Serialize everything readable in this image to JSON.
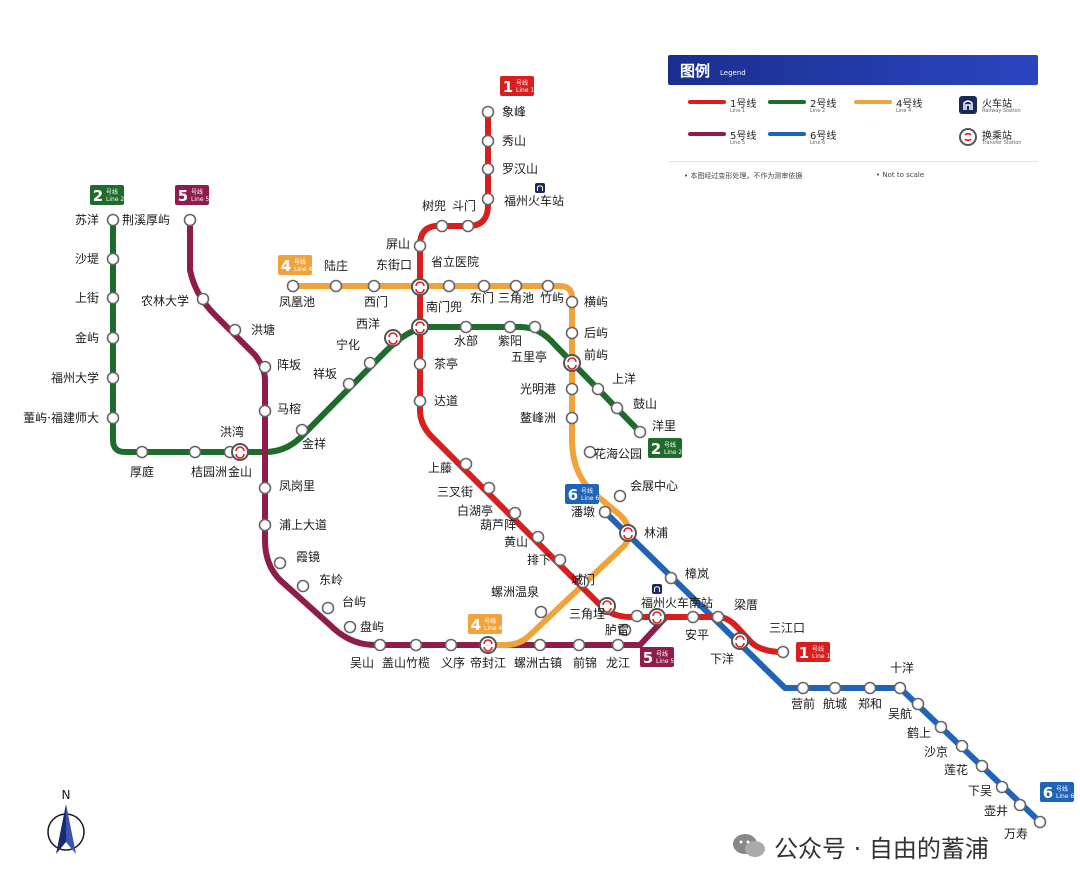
{
  "colors": {
    "line1": "#d81e1e",
    "line2": "#1f6b2c",
    "line4": "#f0a23b",
    "line5": "#8e1d4c",
    "line6": "#1f64b8",
    "station_fill": "#ffffff",
    "legend_header": "#1b2e8f"
  },
  "legend": {
    "title": "图例",
    "subtitle": "Legend",
    "items": [
      {
        "label": "1号线",
        "en": "Line 1",
        "color_key": "line1"
      },
      {
        "label": "2号线",
        "en": "Line 2",
        "color_key": "line2"
      },
      {
        "label": "4号线",
        "en": "Line 4",
        "color_key": "line4"
      },
      {
        "label": "5号线",
        "en": "Line 5",
        "color_key": "line5"
      },
      {
        "label": "6号线",
        "en": "Line 6",
        "color_key": "line6"
      }
    ],
    "railway_label": "火车站",
    "railway_en": "Railway Station",
    "transfer_label": "换乘站",
    "transfer_en": "Transfer Station",
    "note": "• 本图经过变形处理，不作为测审依据",
    "note_en": "• Not to scale"
  },
  "badges": [
    {
      "id": "badge-1-top",
      "num": "1",
      "text": "号线",
      "en": "Line 1",
      "color_key": "line1"
    },
    {
      "id": "badge-2-left",
      "num": "2",
      "text": "号线",
      "en": "Line 2",
      "color_key": "line2"
    },
    {
      "id": "badge-5-top",
      "num": "5",
      "text": "号线",
      "en": "Line 5",
      "color_key": "line5"
    },
    {
      "id": "badge-4-left",
      "num": "4",
      "text": "号线",
      "en": "Line 4",
      "color_key": "line4"
    },
    {
      "id": "badge-2-right",
      "num": "2",
      "text": "号线",
      "en": "Line 2",
      "color_key": "line2"
    },
    {
      "id": "badge-6-top",
      "num": "6",
      "text": "号线",
      "en": "Line 6",
      "color_key": "line6"
    },
    {
      "id": "badge-4-bottom",
      "num": "4",
      "text": "号线",
      "en": "Line 4",
      "color_key": "line4"
    },
    {
      "id": "badge-5-bottom",
      "num": "5",
      "text": "号线",
      "en": "Line 5",
      "color_key": "line5"
    },
    {
      "id": "badge-1-right",
      "num": "1",
      "text": "号线",
      "en": "Line 1",
      "color_key": "line1"
    },
    {
      "id": "badge-6-bottom",
      "num": "6",
      "text": "号线",
      "en": "Line 6",
      "color_key": "line6"
    }
  ],
  "stations": [
    {
      "name": "象峰"
    },
    {
      "name": "秀山"
    },
    {
      "name": "罗汉山"
    },
    {
      "name": "福州火车站"
    },
    {
      "name": "斗门"
    },
    {
      "name": "树兜"
    },
    {
      "name": "屏山"
    },
    {
      "name": "东街口"
    },
    {
      "name": "南门兜"
    },
    {
      "name": "茶亭"
    },
    {
      "name": "达道"
    },
    {
      "name": "上藤"
    },
    {
      "name": "三叉街"
    },
    {
      "name": "白湖亭"
    },
    {
      "name": "葫芦阵"
    },
    {
      "name": "黄山"
    },
    {
      "name": "排下"
    },
    {
      "name": "城门"
    },
    {
      "name": "三角埕"
    },
    {
      "name": "胪雷"
    },
    {
      "name": "福州火车南站"
    },
    {
      "name": "安平"
    },
    {
      "name": "梁厝"
    },
    {
      "name": "下洋"
    },
    {
      "name": "三江口"
    },
    {
      "name": "苏洋"
    },
    {
      "name": "沙堤"
    },
    {
      "name": "上街"
    },
    {
      "name": "金屿"
    },
    {
      "name": "福州大学"
    },
    {
      "name": "董屿·福建师大"
    },
    {
      "name": "厚庭"
    },
    {
      "name": "桔园洲"
    },
    {
      "name": "洪湾"
    },
    {
      "name": "金山"
    },
    {
      "name": "金祥"
    },
    {
      "name": "祥坂"
    },
    {
      "name": "宁化"
    },
    {
      "name": "西洋"
    },
    {
      "name": "水部"
    },
    {
      "name": "紫阳"
    },
    {
      "name": "五里亭"
    },
    {
      "name": "前屿"
    },
    {
      "name": "上洋"
    },
    {
      "name": "鼓山"
    },
    {
      "name": "洋里"
    },
    {
      "name": "陆庄"
    },
    {
      "name": "凤凰池"
    },
    {
      "name": "西门"
    },
    {
      "name": "省立医院"
    },
    {
      "name": "东门"
    },
    {
      "name": "三角池"
    },
    {
      "name": "竹屿"
    },
    {
      "name": "横屿"
    },
    {
      "name": "后屿"
    },
    {
      "name": "光明港"
    },
    {
      "name": "鳌峰洲"
    },
    {
      "name": "花海公园"
    },
    {
      "name": "会展中心"
    },
    {
      "name": "林浦"
    },
    {
      "name": "螺洲温泉"
    },
    {
      "name": "帝封江"
    },
    {
      "name": "荆溪厚屿"
    },
    {
      "name": "农林大学"
    },
    {
      "name": "洪塘"
    },
    {
      "name": "阵坂"
    },
    {
      "name": "马榕"
    },
    {
      "name": "凤岗里"
    },
    {
      "name": "浦上大道"
    },
    {
      "name": "霞镜"
    },
    {
      "name": "东岭"
    },
    {
      "name": "台屿"
    },
    {
      "name": "盘屿"
    },
    {
      "name": "吴山"
    },
    {
      "name": "盖山竹榄"
    },
    {
      "name": "义序"
    },
    {
      "name": "螺洲古镇"
    },
    {
      "name": "前锦"
    },
    {
      "name": "龙江"
    },
    {
      "name": "潘墩"
    },
    {
      "name": "樟岚"
    },
    {
      "name": "营前"
    },
    {
      "name": "航城"
    },
    {
      "name": "郑和"
    },
    {
      "name": "十洋"
    },
    {
      "name": "吴航"
    },
    {
      "name": "鹤上"
    },
    {
      "name": "沙京"
    },
    {
      "name": "莲花"
    },
    {
      "name": "下吴"
    },
    {
      "name": "壶井"
    },
    {
      "name": "万寿"
    }
  ],
  "compass_label": "N",
  "watermark": "公众号 · 自由的蓄浦"
}
